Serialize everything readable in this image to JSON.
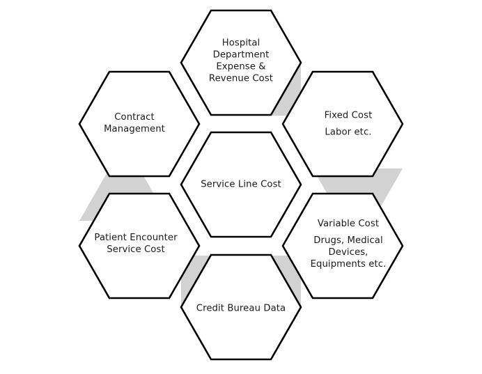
{
  "diagram": {
    "type": "honeycomb-hexagon-diagram",
    "background_color": "#ffffff",
    "hexagon_fill": "#ffffff",
    "hexagon_stroke": "#000000",
    "connector_fill": "#d2d2d2",
    "text_color": "#1a1a1a",
    "center": {
      "id": "service-line-cost",
      "label": "Service Line Cost"
    },
    "nodes": [
      {
        "id": "hospital-department-expense-revenue-cost",
        "position": "top",
        "label": "Hospital\nDepartment\nExpense &\nRevenue Cost"
      },
      {
        "id": "fixed-cost",
        "position": "top-right",
        "label_lead": "Fixed Cost",
        "label_body": "Labor etc."
      },
      {
        "id": "variable-cost",
        "position": "bottom-right",
        "label_lead": "Variable Cost",
        "label_body": "Drugs, Medical\nDevices,\nEquipments etc."
      },
      {
        "id": "credit-bureau-data",
        "position": "bottom",
        "label": "Credit Bureau Data"
      },
      {
        "id": "patient-encounter-service-cost",
        "position": "bottom-left",
        "label": "Patient Encounter\nService Cost"
      },
      {
        "id": "contract-management",
        "position": "top-left",
        "label": "Contract\nManagement"
      }
    ],
    "connectors": [
      {
        "id": "connector-top-to-topright",
        "shape": "parallelogram"
      },
      {
        "id": "connector-topright-to-bottomright",
        "shape": "trapezoid"
      },
      {
        "id": "connector-bottomright-to-bottom",
        "shape": "parallelogram"
      },
      {
        "id": "connector-bottom-to-bottomleft",
        "shape": "parallelogram"
      },
      {
        "id": "connector-bottomleft-to-topleft",
        "shape": "trapezoid"
      }
    ]
  }
}
